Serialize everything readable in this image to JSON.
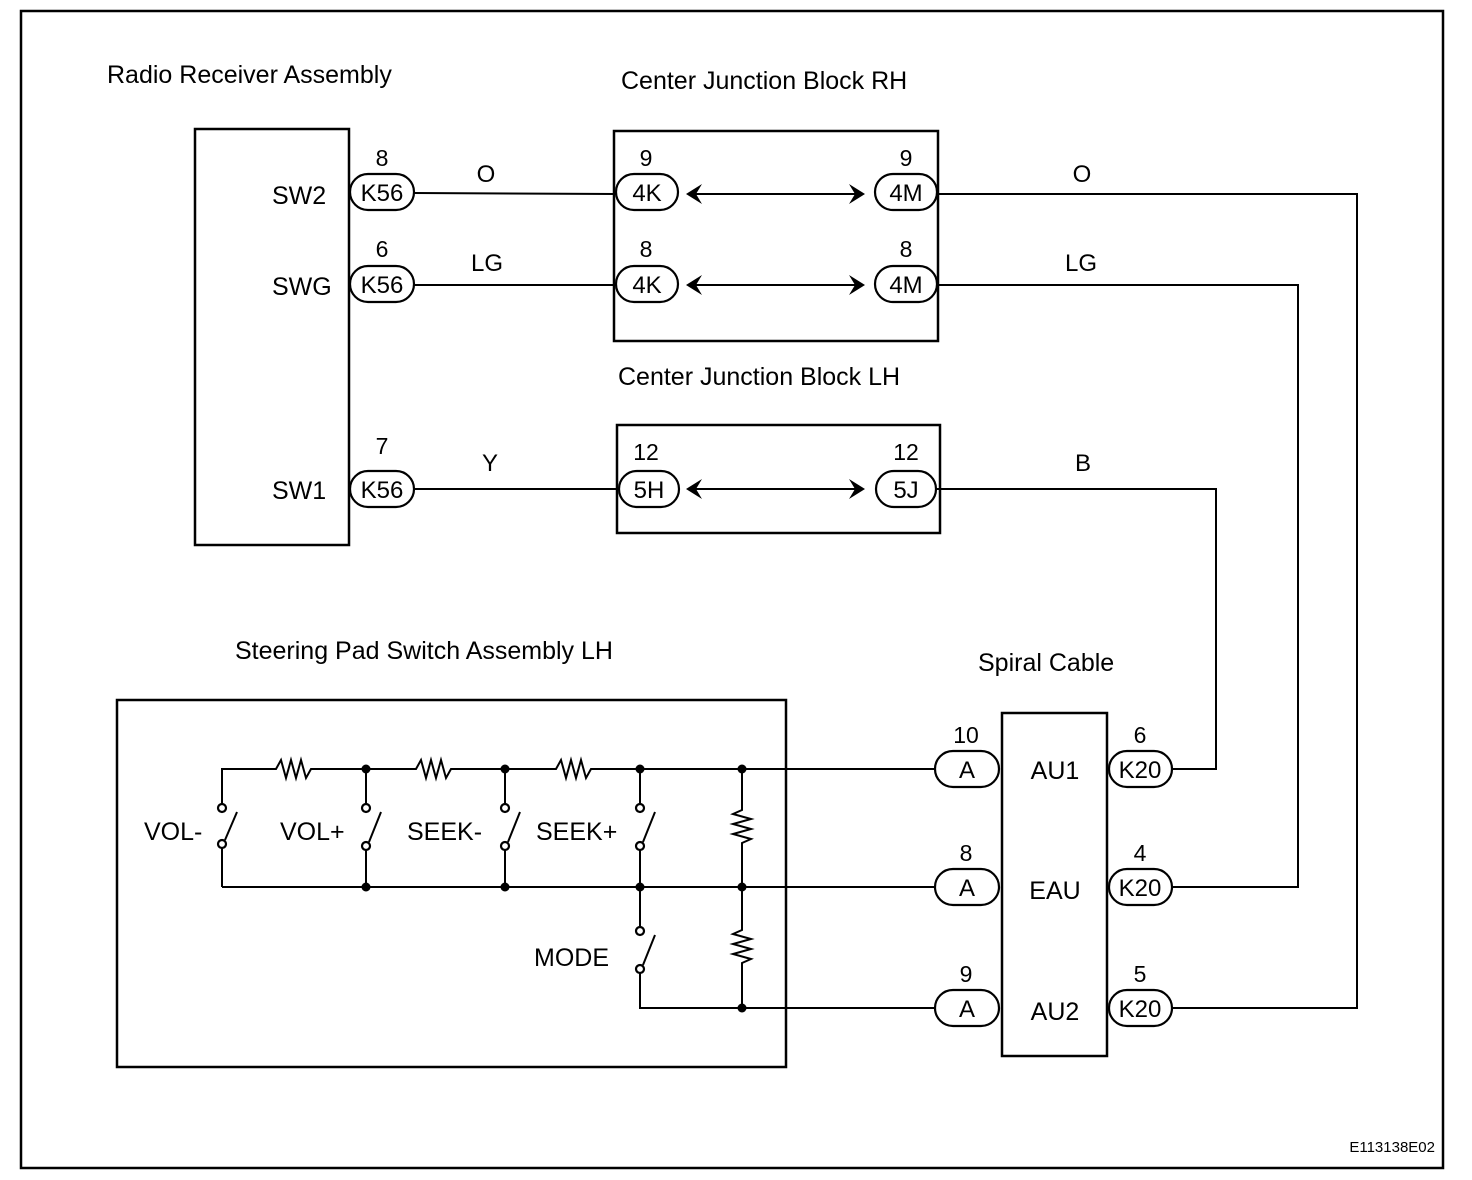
{
  "components": {
    "radio_receiver": {
      "title": "Radio Receiver Assembly",
      "pins": [
        {
          "name": "SW2",
          "number": "8",
          "connector": "K56"
        },
        {
          "name": "SWG",
          "number": "6",
          "connector": "K56"
        },
        {
          "name": "SW1",
          "number": "7",
          "connector": "K56"
        }
      ]
    },
    "junction_rh": {
      "title": "Center Junction Block RH",
      "pins": [
        {
          "left_number": "9",
          "left_connector": "4K",
          "right_number": "9",
          "right_connector": "4M"
        },
        {
          "left_number": "8",
          "left_connector": "4K",
          "right_number": "8",
          "right_connector": "4M"
        }
      ]
    },
    "junction_lh": {
      "title": "Center Junction Block LH",
      "pins": [
        {
          "left_number": "12",
          "left_connector": "5H",
          "right_number": "12",
          "right_connector": "5J"
        }
      ]
    },
    "steering_pad": {
      "title": "Steering Pad Switch Assembly LH",
      "switches": [
        "VOL-",
        "VOL+",
        "SEEK-",
        "SEEK+",
        "MODE"
      ]
    },
    "spiral_cable": {
      "title": "Spiral Cable",
      "pins": [
        {
          "name": "AU1",
          "left_number": "10",
          "left_connector": "A",
          "right_number": "6",
          "right_connector": "K20"
        },
        {
          "name": "EAU",
          "left_number": "8",
          "left_connector": "A",
          "right_number": "4",
          "right_connector": "K20"
        },
        {
          "name": "AU2",
          "left_number": "9",
          "left_connector": "A",
          "right_number": "5",
          "right_connector": "K20"
        }
      ]
    }
  },
  "wire_colors": {
    "sw2_left": "O",
    "sw2_right": "O",
    "swg_left": "LG",
    "swg_right": "LG",
    "sw1_left": "Y",
    "sw1_right": "B"
  },
  "figure_code": "E113138E02"
}
